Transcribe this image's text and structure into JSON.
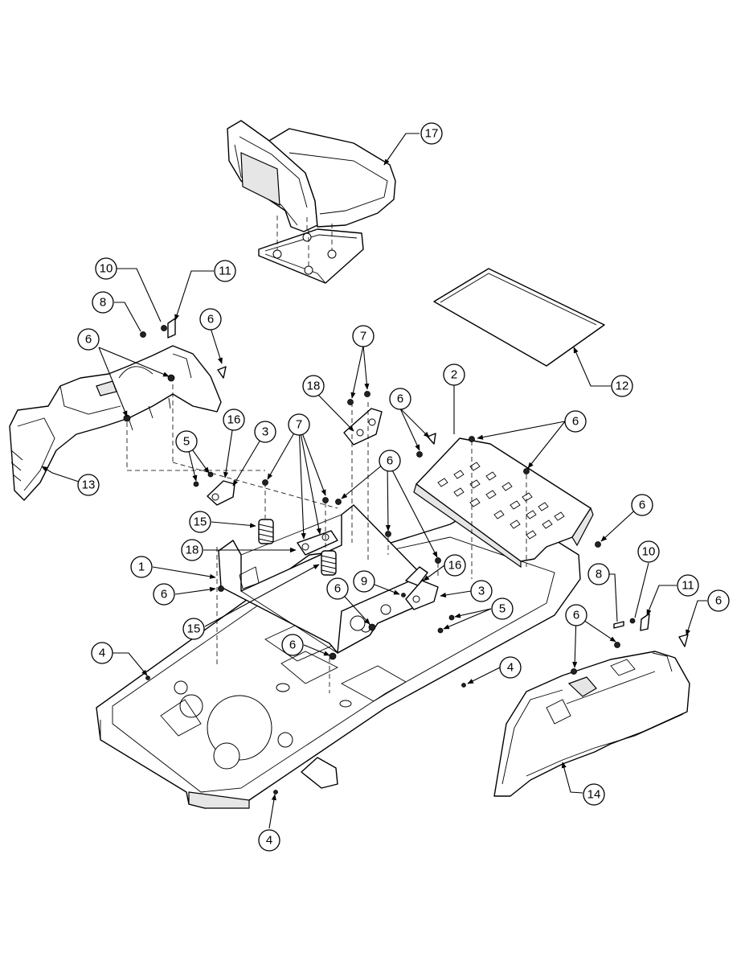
{
  "callout_labels": {
    "c1": "1",
    "c2": "2",
    "c3": "3",
    "c4": "4",
    "c5": "5",
    "c6": "6",
    "c7": "7",
    "c8": "8",
    "c9": "9",
    "c10": "10",
    "c11": "11",
    "c12": "12",
    "c13": "13",
    "c14": "14",
    "c15": "15",
    "c16": "16",
    "c17": "17",
    "c18": "18"
  },
  "colors": {
    "line": "#000000",
    "background": "#ffffff",
    "shade": "#e6e6e6"
  }
}
